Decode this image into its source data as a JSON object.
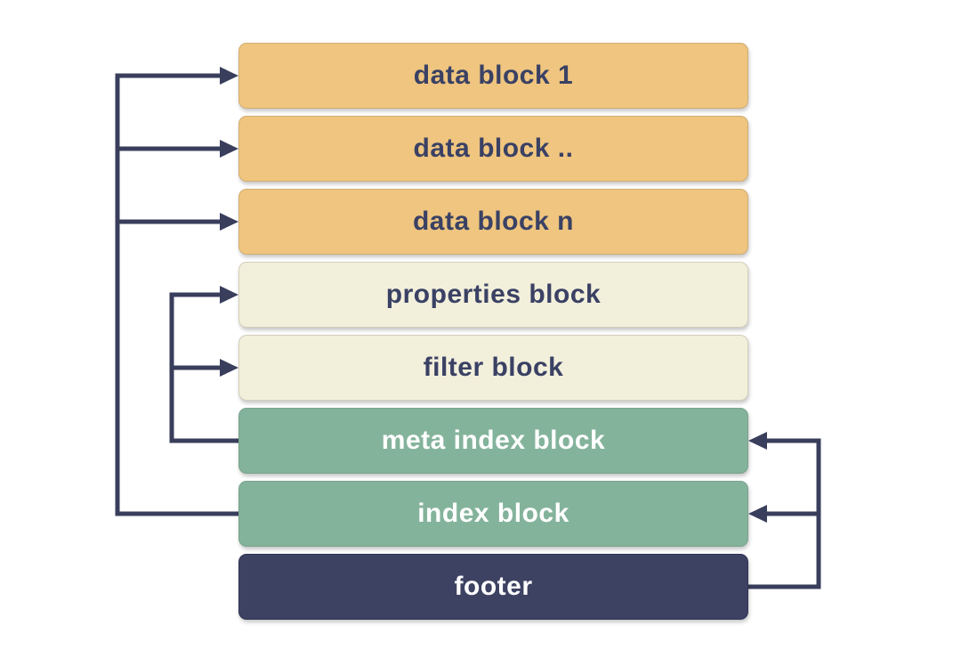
{
  "diagram": {
    "blocks": [
      {
        "id": "data-block-1",
        "label": "data block 1",
        "type": "data"
      },
      {
        "id": "data-block-dots",
        "label": "data block ..",
        "type": "data"
      },
      {
        "id": "data-block-n",
        "label": "data block n",
        "type": "data"
      },
      {
        "id": "properties-block",
        "label": "properties block",
        "type": "meta"
      },
      {
        "id": "filter-block",
        "label": "filter block",
        "type": "meta"
      },
      {
        "id": "meta-index-block",
        "label": "meta index block",
        "type": "index"
      },
      {
        "id": "index-block",
        "label": "index block",
        "type": "index"
      },
      {
        "id": "footer",
        "label": "footer",
        "type": "footer"
      }
    ],
    "edges": [
      {
        "from": "index-block",
        "to": [
          "data-block-1",
          "data-block-dots",
          "data-block-n"
        ]
      },
      {
        "from": "meta-index-block",
        "to": [
          "properties-block",
          "filter-block"
        ]
      },
      {
        "from": "footer",
        "to": [
          "meta-index-block",
          "index-block"
        ]
      }
    ],
    "colors": {
      "data_block": "#EFC57F",
      "meta_block": "#F2EFDB",
      "index_block": "#84B39B",
      "footer_block": "#3D4263",
      "arrow": "#393E5C",
      "text_dark": "#3A4164",
      "text_light": "#FFFFFF",
      "background": "#FFFFFF"
    }
  }
}
